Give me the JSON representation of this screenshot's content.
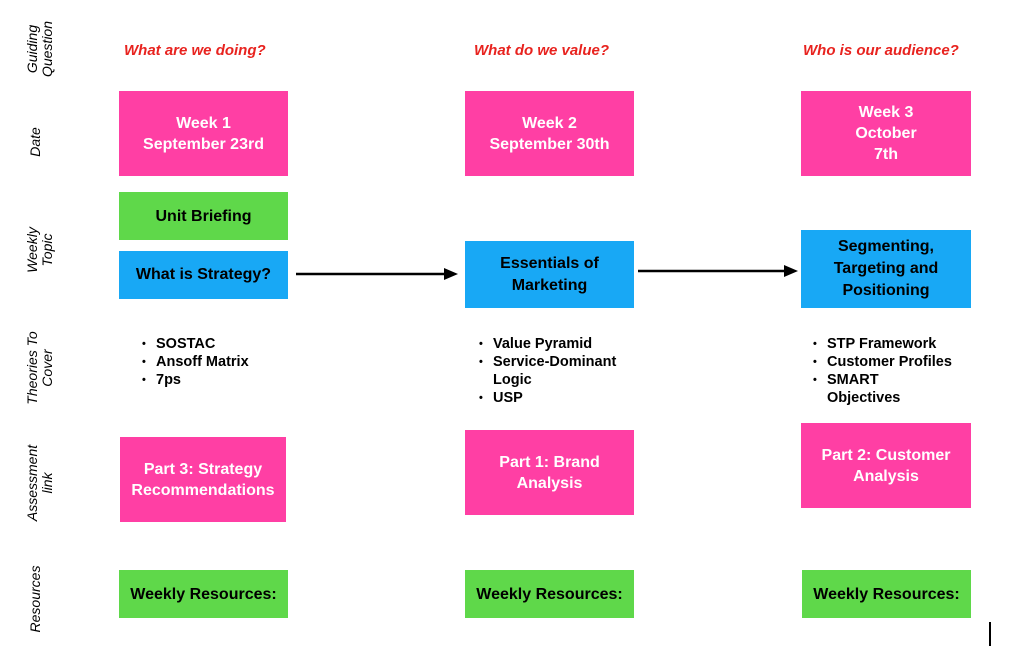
{
  "row_labels": {
    "guiding_question": "Guiding\nQuestion",
    "date": "Date",
    "weekly_topic": "Weekly\nTopic",
    "theories": "Theories To\nCover",
    "assessment": "Assessment\nlink",
    "resources": "Resources"
  },
  "columns": [
    {
      "question": "What are we doing?",
      "date": "Week 1\nSeptember 23rd",
      "briefing": "Unit Briefing",
      "topic": "What is Strategy?",
      "theories": [
        "SOSTAC",
        "Ansoff Matrix",
        "7ps"
      ],
      "assessment": "Part 3: Strategy\nRecommendations",
      "resources": "Weekly Resources:"
    },
    {
      "question": "What do we value?",
      "date": "Week 2\nSeptember 30th",
      "topic": "Essentials of\nMarketing",
      "theories": [
        "Value Pyramid",
        "Service-Dominant\nLogic",
        "USP"
      ],
      "assessment": "Part 1: Brand\nAnalysis",
      "resources": "Weekly Resources:"
    },
    {
      "question": "Who is our audience?",
      "date": "Week 3\nOctober\n7th",
      "topic": "Segmenting,\nTargeting and\nPositioning",
      "theories": [
        "STP Framework",
        "Customer Profiles",
        "SMART\nObjectives"
      ],
      "assessment": "Part 2: Customer\nAnalysis",
      "resources": "Weekly Resources:"
    }
  ],
  "colors": {
    "pink": "#ff3fa4",
    "green": "#5fd84a",
    "blue": "#18a8f5",
    "question_red": "#e8231f"
  }
}
